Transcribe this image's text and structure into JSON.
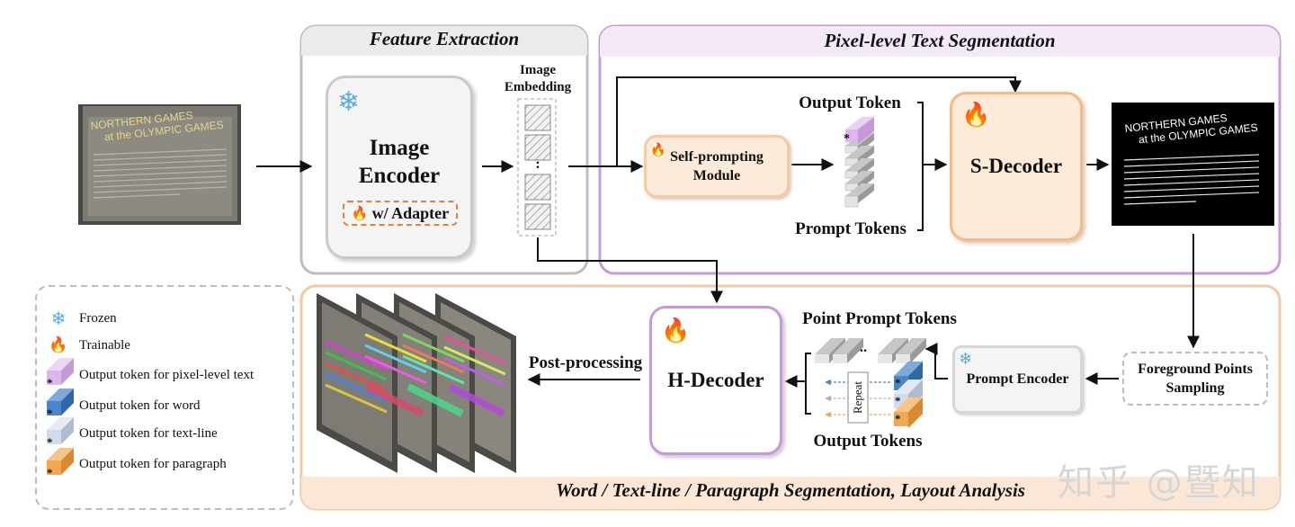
{
  "panels": {
    "feature_extraction": "Feature Extraction",
    "pixel_segmentation": "Pixel-level Text Segmentation",
    "hierarchical": "Word / Text-line / Paragraph Segmentation, Layout Analysis"
  },
  "input_image": {
    "line1": "NORTHERN GAMES",
    "line2": "at the OLYMPIC GAMES"
  },
  "image_encoder": {
    "title_line1": "Image",
    "title_line2": "Encoder",
    "adapter_label": "w/ Adapter"
  },
  "image_embedding": {
    "label_line1": "Image",
    "label_line2": "Embedding",
    "dots": ":"
  },
  "self_prompting": {
    "line1": "Self-prompting",
    "line2": "Module"
  },
  "tokens": {
    "output_token": "Output Token",
    "prompt_tokens": "Prompt Tokens",
    "point_prompt_tokens": "Point Prompt Tokens",
    "output_tokens": "Output Tokens",
    "repeat": "Repeat",
    "star": "*",
    "ellipsis": ".."
  },
  "s_decoder": "S-Decoder",
  "h_decoder": "H-Decoder",
  "prompt_encoder": "Prompt Encoder",
  "foreground_sampling": {
    "line1": "Foreground Points",
    "line2": "Sampling"
  },
  "post_processing": "Post-processing",
  "output_image": {
    "line1": "NORTHERN GAMES",
    "line2": "at the OLYMPIC GAMES"
  },
  "legend": [
    {
      "icon": "snowflake-icon",
      "label": "Frozen"
    },
    {
      "icon": "fire-icon",
      "label": "Trainable"
    },
    {
      "icon": "pink-token-icon",
      "label": "Output token for pixel-level text",
      "color": "#d9b3e6"
    },
    {
      "icon": "blue-token-icon",
      "label": "Output token for word",
      "color": "#4a86c8"
    },
    {
      "icon": "light-token-icon",
      "label": "Output token for text-line",
      "color": "#cfd8e6"
    },
    {
      "icon": "orange-token-icon",
      "label": "Output token for paragraph",
      "color": "#f0a851"
    }
  ],
  "colors": {
    "feature_panel": "#bdbdbd",
    "pixel_panel": "#c89ad8",
    "hier_panel": "#f2c9a4",
    "s_decoder_border": "#f5b98a",
    "h_decoder_border": "#c49bd8",
    "adapter_border": "#e8823b"
  },
  "watermark": "知乎 @暨知"
}
